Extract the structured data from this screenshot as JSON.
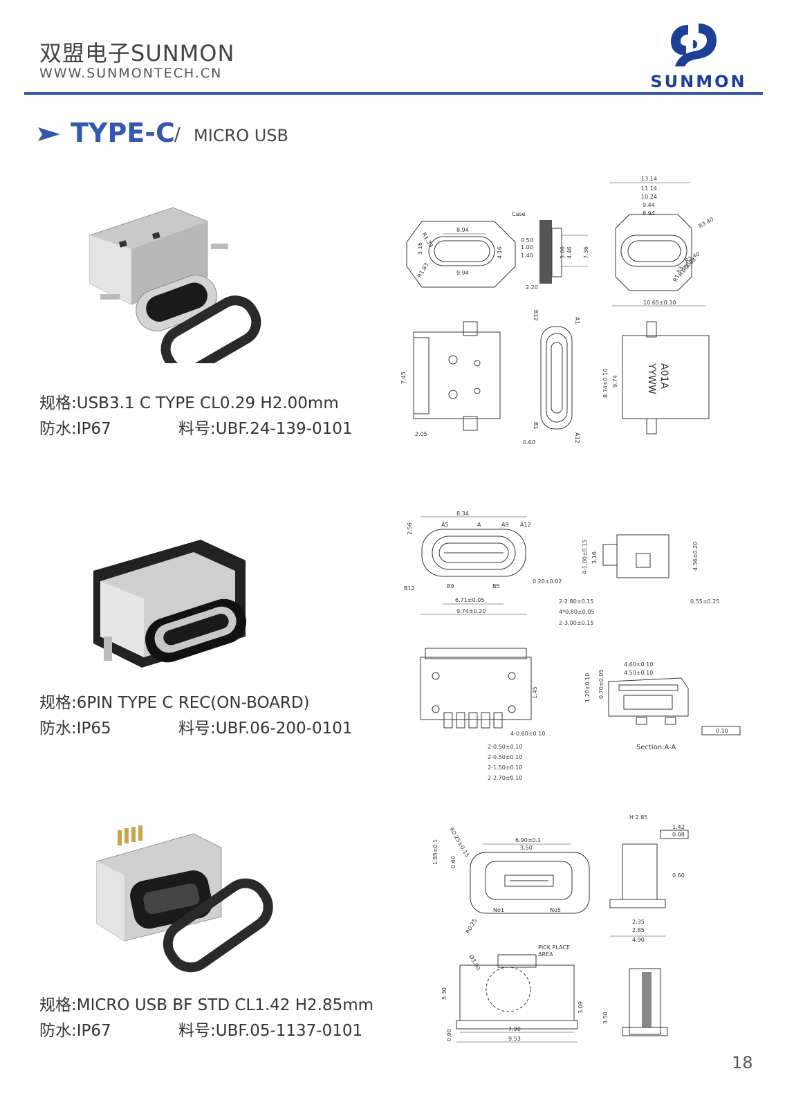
{
  "header": {
    "brand_cn": "双盟电子SUNMON",
    "website": "WWW.SUNMONTECH.CN",
    "logo_text": "SUNMON"
  },
  "section": {
    "title": "TYPE-C",
    "separator": "/",
    "subtitle": "MICRO USB"
  },
  "products": [
    {
      "spec_label": "规格:",
      "spec": "USB3.1 C TYPE CL0.29 H2.00mm",
      "waterproof_label": "防水:",
      "waterproof": "IP67",
      "part_label": "料号:",
      "part_no": "UBF.24-139-0101",
      "dims": {
        "a": "8.94",
        "b": "9.94",
        "c": "3.16",
        "d": "4.16",
        "e": "R1.33",
        "f": "R1.83",
        "g": "0.50",
        "h": "1.00",
        "i": "1.40",
        "j": "2.20",
        "k": "Case",
        "l": "3.66",
        "m": "4.46",
        "n": "7.36",
        "o": "13.14",
        "p": "11.14",
        "q": "10.24",
        "r": "9.44",
        "s": "8.94",
        "t": "R3.40",
        "u": "R2.40",
        "v": "R1.88",
        "w": "R1.58",
        "x": "R1.33",
        "y": "10.65±0.30",
        "z": "7.45",
        "aa": "2.05",
        "ab": "B12",
        "ac": "A1",
        "ad": "B1",
        "ae": "A12",
        "af": "0.60",
        "ag": "YYWW",
        "ah": "A01A",
        "ai": "8.74±0.10",
        "aj": "9.74"
      }
    },
    {
      "spec_label": "规格:",
      "spec": "6PIN TYPE C REC(ON-BOARD)",
      "waterproof_label": "防水:",
      "waterproof": "IP65",
      "part_label": "料号:",
      "part_no": "UBF.06-200-0101",
      "dims": {
        "a": "8.34",
        "b": "2.56",
        "c": "A5",
        "d": "A",
        "e": "A9",
        "f": "A12",
        "g": "B12",
        "h": "B9",
        "i": "B5",
        "j": "0.20±0.02",
        "k": "6.71±0.05",
        "l": "9.74±0.20",
        "m": "3.16",
        "n": "4-1.00±0.15",
        "o": "4.36±0.20",
        "p": "2-2.80±0.15",
        "q": "4*0.80±0.05",
        "r": "2-3.00±0.15",
        "s": "0.55±0.25",
        "t": "1.45",
        "u": "4-0.60±0.10",
        "v": "2-0.50±0.10",
        "w": "2-0.50±0.10",
        "x": "2-1.50±0.10",
        "y": "2-2.70±0.10",
        "z": "4.60±0.10",
        "aa": "4.50±0.10",
        "ab": "1.20±0.10",
        "ac": "0.70±0.05",
        "ad": "0.10",
        "ae": "Section:A-A"
      }
    },
    {
      "spec_label": "规格:",
      "spec": "MICRO USB BF STD CL1.42 H2.85mm",
      "waterproof_label": "防水:",
      "waterproof": "IP67",
      "part_label": "料号:",
      "part_no": "UBF.05-1137-0101",
      "dims": {
        "a": "6.90±0.1",
        "b": "3.50",
        "c": "R0.25±0.15",
        "d": "1.85±0.1",
        "e": "0.60",
        "f": "No1",
        "g": "No5",
        "h": "R0.25",
        "i": "H 2.85",
        "j": "1.42",
        "k": "0.08",
        "l": "0.60",
        "m": "2.35",
        "n": "2.85",
        "o": "4.90",
        "p": "PICK PLACE",
        "q": "AREA",
        "r": "5.30",
        "s": "3.09",
        "t": "0.90",
        "u": "7.90",
        "v": "9.53",
        "w": "3.50",
        "x": "Ø3.00"
      }
    }
  ],
  "page_number": "18",
  "colors": {
    "accent": "#3458ab",
    "rule": "#3a5aa8",
    "logo": "#1d3f96"
  }
}
